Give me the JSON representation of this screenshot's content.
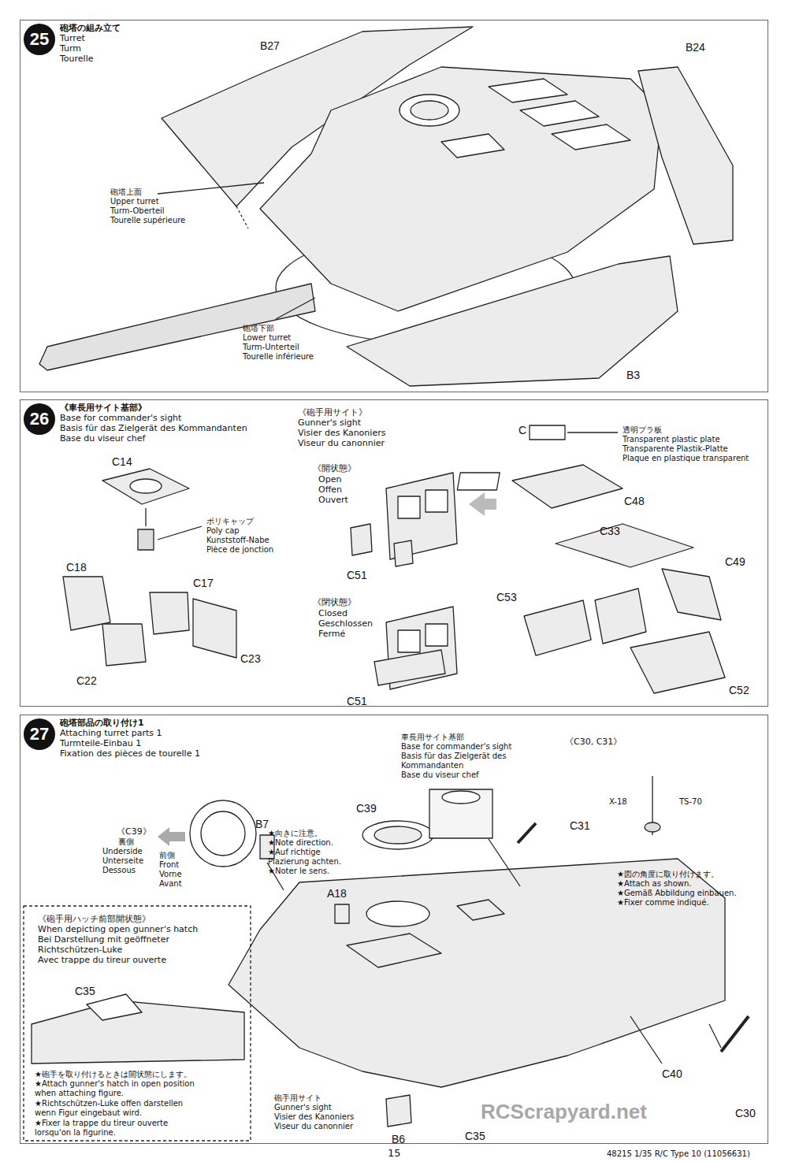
{
  "diagram": {
    "nodes": [
      {
        "text": [
          "砲塔の組み立て",
          "Turret",
          "Turm",
          "Tourelle"
        ]
      },
      {
        "text": [
          "25"
        ],
        "in": 0
      },
      {
        "text": [
          "《車長用サイト基部》",
          "Base for commander's sight",
          "Basis für das Zielgerät des Kommandanten",
          "Base du viseur chef"
        ]
      },
      {
        "text": [
          "26"
        ],
        "in": 2
      },
      {
        "text": [
          "砲塔部品の取り付け1",
          "Attaching turret parts 1",
          "Turmteile-Einbau 1",
          "Fixation des pièces de tourelle 1"
        ]
      },
      {
        "text": [
          "27"
        ],
        "in": 4
      }
    ],
    "labels": [
      "B27",
      "砲塔上面",
      "Upper turret",
      "Turm-Oberteil",
      "Tourelle supérieure",
      "B24",
      "砲塔下部",
      "Lower turret",
      "Turm-Unterteil",
      "Tourelle inférieure",
      "B3",
      "C14",
      "ポリキャップ",
      "Poly cap",
      "Kunststoff-Nabe",
      "Pièce de jonction",
      "C18",
      "C17",
      "C23",
      "C22",
      "《砲手用サイト》",
      "Gunner's sight",
      "Visier des Kanoniers",
      "Viseur du canonnier",
      "《開状態》",
      "Open",
      "Offen",
      "Ouvert",
      "C51",
      "《閉状態》",
      "Closed",
      "Geschlossen",
      "Fermé",
      "C51",
      "C",
      "透明プラ板",
      "Transparent plastic plate",
      "Transparente Plastik-Platte",
      "Plaque en plastique transparent",
      "C48",
      "C33",
      "C49",
      "C53",
      "C52",
      "《C39》",
      "裏側",
      "Underside",
      "Unterseite",
      "Dessous",
      "前側",
      "Front",
      "Vorne",
      "Avant",
      "★向きに注意。",
      "★Note direction.",
      "★Auf richtige Plazierung achten.",
      "★Noter le sens.",
      "C39",
      "車長用サイト基部",
      "Base for commander's sight",
      "Basis für das Zielgerät des Kommandanten",
      "Base du viseur chef",
      "《C30, C31》",
      "X-18",
      "TS-70",
      "C31",
      "★図の角度に取り付けます。",
      "★Attach as shown.",
      "★Gemäß Abbildung einbauen.",
      "★Fixer comme indiqué.",
      "B7",
      "A18",
      "《砲手用ハッチ前部開状態》",
      "When depicting open gunner's hatch",
      "Bei Darstellung mit geöffneter Richtschützen-Luke",
      "Avec trappe du tireur ouverte",
      "C35",
      "★砲手を取り付けるときは開状態にします。",
      "★Attach gunner's hatch in open position when attaching figure.",
      "★Richtschützen-Luke offen darstellen wenn Figur eingebaut wird.",
      "★Fixer la trappe du tireur ouverte lorsqu'on la figurine.",
      "砲手用サイト",
      "Gunner's sight",
      "Visier des Kanoniers",
      "Viseur du canonnier",
      "B6",
      "C35",
      "C40",
      "C30",
      "15",
      "48215 1/35 R/C Type 10 (11056631)",
      "RCScrapyard.net"
    ]
  }
}
